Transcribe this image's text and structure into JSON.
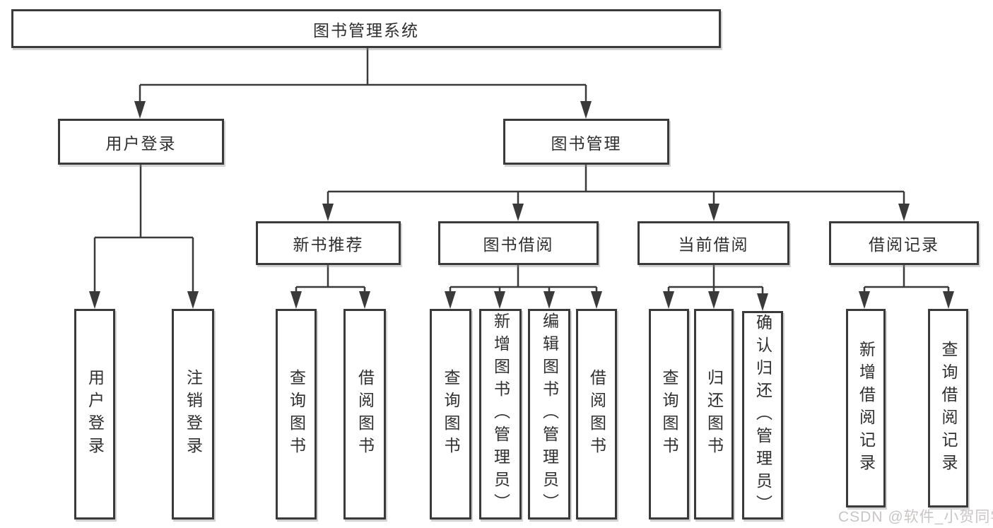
{
  "diagram": {
    "root": {
      "label": "图书管理系统"
    },
    "level2": {
      "user_login": {
        "label": "用户登录"
      },
      "book_management": {
        "label": "图书管理"
      }
    },
    "level3": {
      "new_book_recommend": {
        "label": "新书推荐"
      },
      "book_borrow": {
        "label": "图书借阅"
      },
      "current_borrow": {
        "label": "当前借阅"
      },
      "borrow_records": {
        "label": "借阅记录"
      }
    },
    "leaves": {
      "user_login": [
        "用户登录",
        "注销登录"
      ],
      "new_book_recommend": [
        "查询图书",
        "借阅图书"
      ],
      "book_borrow": [
        "查询图书",
        "新增图书（管理员）",
        "编辑图书（管理员）",
        "借阅图书"
      ],
      "current_borrow": [
        "查询图书",
        "归还图书",
        "确认归还（管理员）"
      ],
      "borrow_records": [
        "新增借阅记录",
        "查询借阅记录"
      ]
    },
    "colors": {
      "line": "#3a3a3a",
      "text": "#2f2f2f",
      "background": "#ffffff",
      "watermark": "#c9c5c5"
    },
    "watermark": "CSDN @软件_小贺同学"
  }
}
